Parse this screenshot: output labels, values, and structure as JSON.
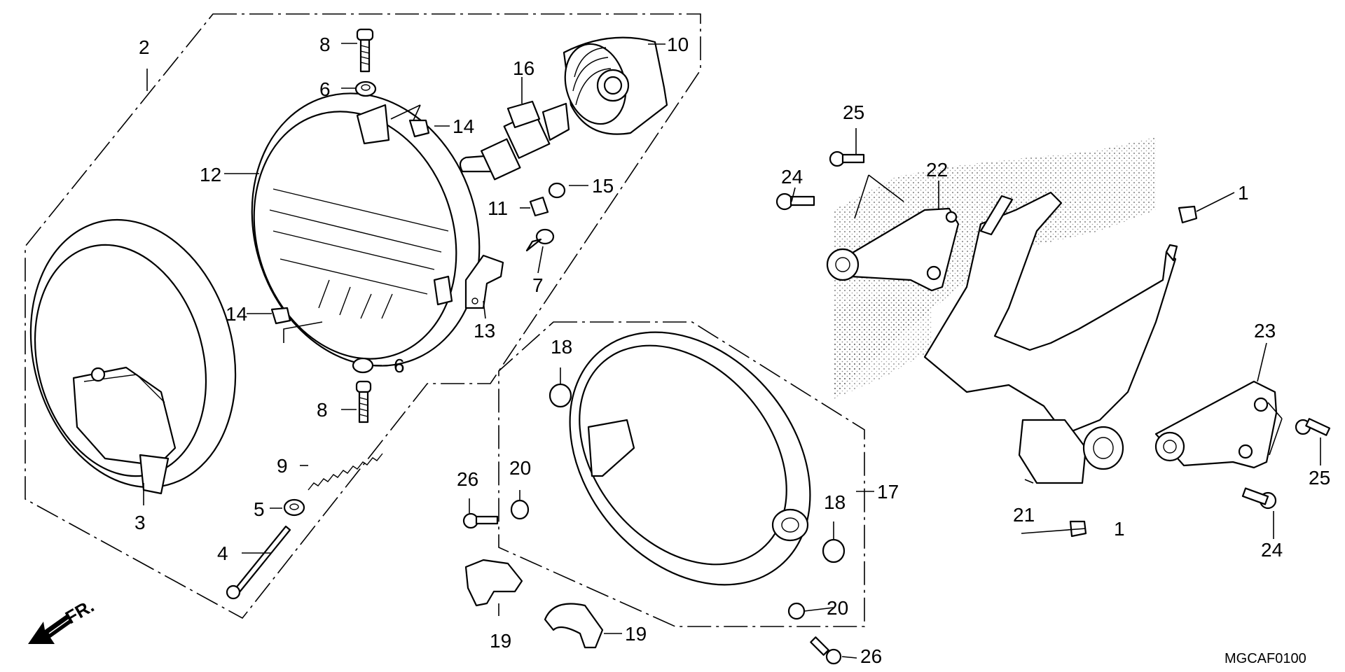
{
  "diagram": {
    "code": "MGCAF0100",
    "direction_label": "FR.",
    "callouts": [
      {
        "id": "2",
        "text": "2"
      },
      {
        "id": "3",
        "text": "3"
      },
      {
        "id": "4",
        "text": "4"
      },
      {
        "id": "5",
        "text": "5"
      },
      {
        "id": "6a",
        "text": "6"
      },
      {
        "id": "6b",
        "text": "6"
      },
      {
        "id": "7",
        "text": "7"
      },
      {
        "id": "8a",
        "text": "8"
      },
      {
        "id": "8b",
        "text": "8"
      },
      {
        "id": "9",
        "text": "9"
      },
      {
        "id": "10",
        "text": "10"
      },
      {
        "id": "11",
        "text": "11"
      },
      {
        "id": "12",
        "text": "12"
      },
      {
        "id": "13",
        "text": "13"
      },
      {
        "id": "14a",
        "text": "14"
      },
      {
        "id": "14b",
        "text": "14"
      },
      {
        "id": "15",
        "text": "15"
      },
      {
        "id": "16",
        "text": "16"
      },
      {
        "id": "17",
        "text": "17"
      },
      {
        "id": "18a",
        "text": "18"
      },
      {
        "id": "18b",
        "text": "18"
      },
      {
        "id": "19a",
        "text": "19"
      },
      {
        "id": "19b",
        "text": "19"
      },
      {
        "id": "20a",
        "text": "20"
      },
      {
        "id": "20b",
        "text": "20"
      },
      {
        "id": "26a",
        "text": "26"
      },
      {
        "id": "26b",
        "text": "26"
      },
      {
        "id": "1a",
        "text": "1"
      },
      {
        "id": "1b",
        "text": "1"
      },
      {
        "id": "21",
        "text": "21"
      },
      {
        "id": "22",
        "text": "22"
      },
      {
        "id": "23",
        "text": "23"
      },
      {
        "id": "24a",
        "text": "24"
      },
      {
        "id": "24b",
        "text": "24"
      },
      {
        "id": "25a",
        "text": "25"
      },
      {
        "id": "25b",
        "text": "25"
      }
    ]
  }
}
